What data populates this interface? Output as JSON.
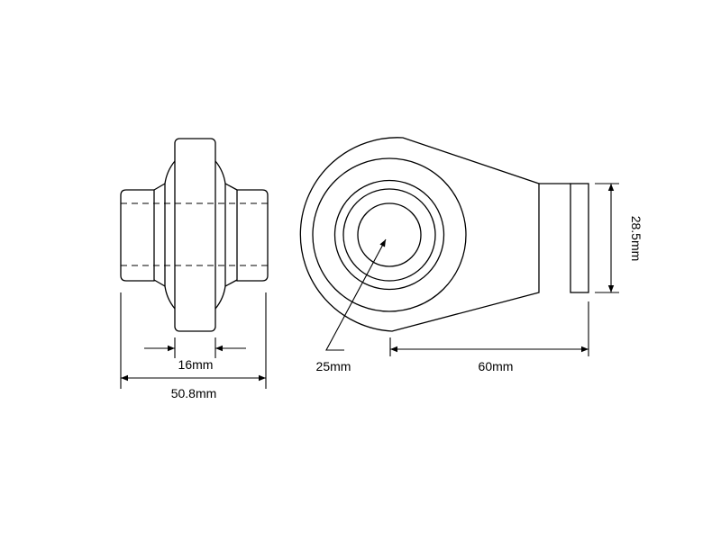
{
  "labels": {
    "hub_width": "16mm",
    "overall_width": "50.8mm",
    "ball_diameter": "25mm",
    "length": "60mm",
    "end_height": "28.5mm"
  },
  "colors": {
    "line": "#000000",
    "background": "#ffffff"
  }
}
